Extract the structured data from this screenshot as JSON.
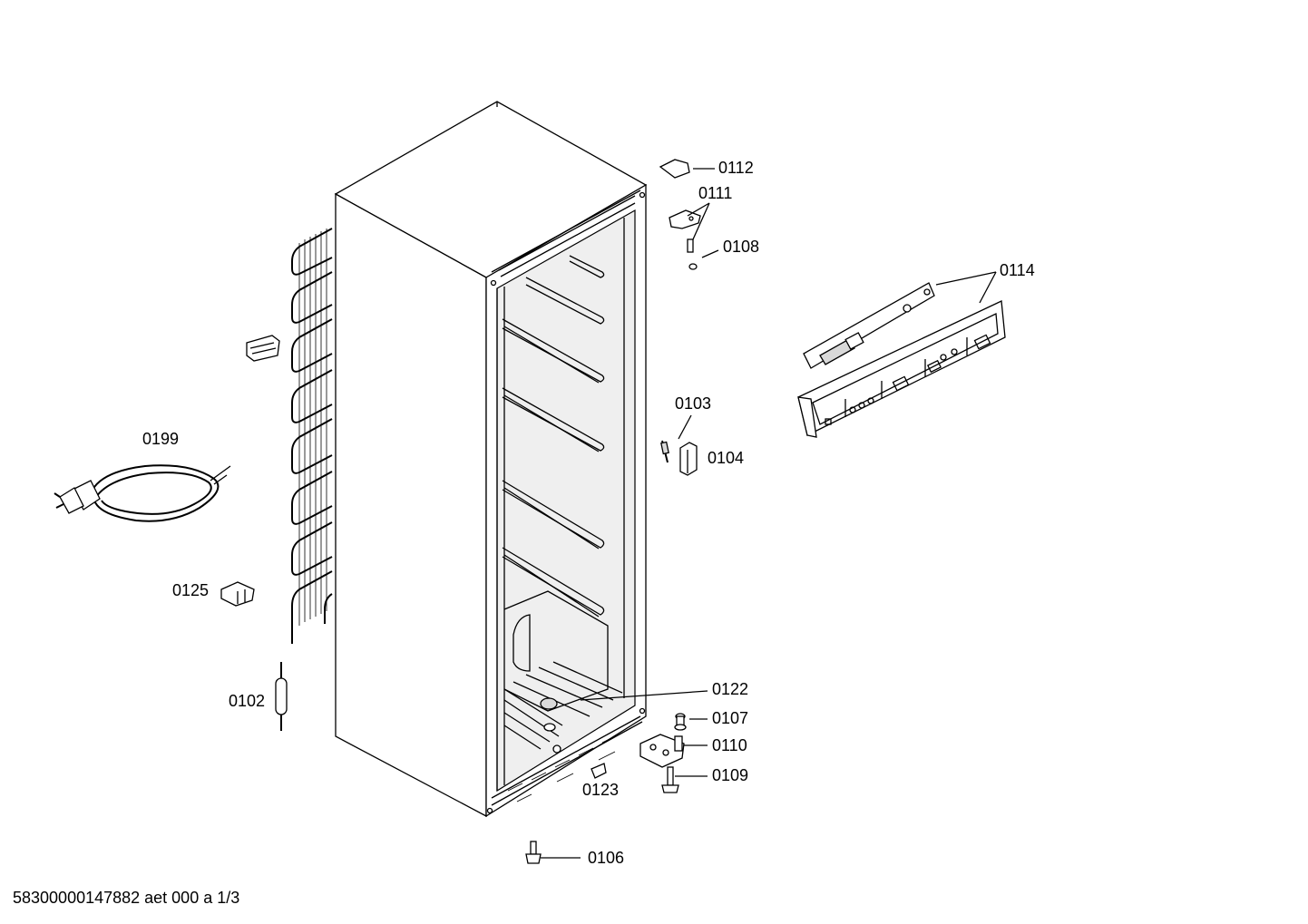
{
  "labels": {
    "p0112": "0112",
    "p0111": "0111",
    "p0108": "0108",
    "p0114": "0114",
    "p0103": "0103",
    "p0104": "0104",
    "p0199": "0199",
    "p0125": "0125",
    "p0102": "0102",
    "p0122": "0122",
    "p0107": "0107",
    "p0110": "0110",
    "p0109": "0109",
    "p0123": "0123",
    "p0106": "0106"
  },
  "footer": "58300000147882 aet 000 a 1/3"
}
